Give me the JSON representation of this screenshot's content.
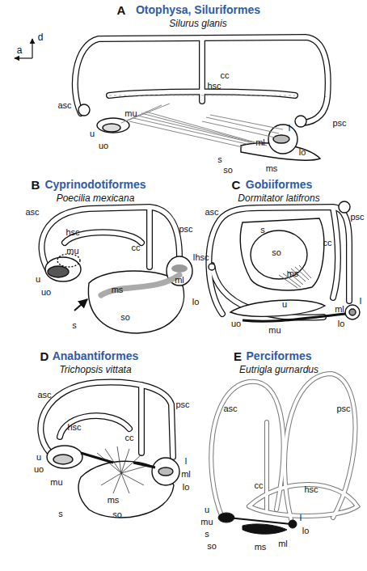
{
  "diagram": {
    "labels": [
      "A",
      "Otophysa, Siluriformes",
      "Silurus glanis",
      "d",
      "a",
      "psc",
      "hsc",
      "cc",
      "asc",
      "mu",
      "u",
      "uo",
      "s",
      "so",
      "ms",
      "l",
      "ml",
      "lo",
      "B",
      "Cyprinodotiformes",
      "Poecilia mexicana",
      "asc",
      "hsc",
      "cc",
      "psc",
      "mu",
      "l",
      "ml",
      "u",
      "uo",
      "ms",
      "lo",
      "so",
      "s",
      "C",
      "Gobiiformes",
      "Dormitator latifrons",
      "psc",
      "asc",
      "s",
      "cc",
      "so",
      "hsc",
      "ms",
      "u",
      "l",
      "ml",
      "lo",
      "uo",
      "mu",
      "D",
      "Anabantiformes",
      "Trichopsis vittata",
      "asc",
      "psc",
      "hsc",
      "cc",
      "u",
      "uo",
      "mu",
      "l",
      "ml",
      "lo",
      "ms",
      "so",
      "s",
      "E",
      "Perciformes",
      "Eutrigla gurnardus",
      "asc",
      "psc",
      "cc",
      "hsc",
      "u",
      "mu",
      "s",
      "so",
      "ms",
      "l",
      "lo",
      "ml"
    ]
  }
}
